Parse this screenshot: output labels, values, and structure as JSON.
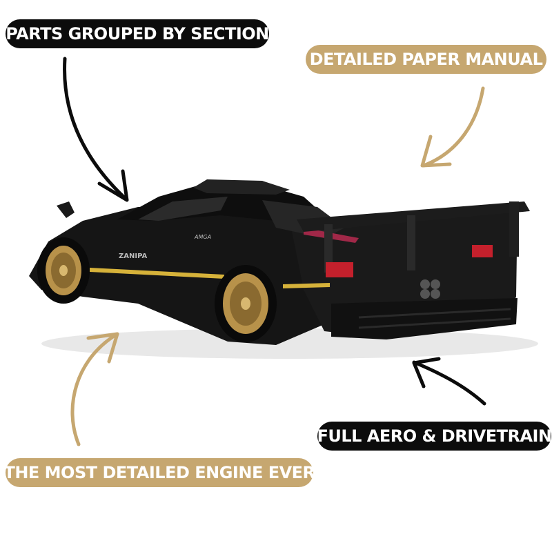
{
  "callouts": {
    "parts_grouped": "PARTS GROUPED BY SECTION",
    "paper_manual": "DETAILED PAPER MANUAL",
    "aero_drivetrain": "FULL AERO & DRIVETRAIN",
    "detailed_engine": "THE MOST DETAILED ENGINE EVER"
  },
  "car_badges": {
    "side_name": "ZANIPA",
    "mirror_logo": "AMGA"
  },
  "colors": {
    "dark_pill": "#0c0c0c",
    "gold_pill": "#c6a770",
    "car_body": "#141414",
    "rim_gold": "#b8924a",
    "accent_yellow": "#d6b23a",
    "tail_light": "#c4202c"
  },
  "icons": {
    "arrow_parts": "hand-drawn-arrow-black",
    "arrow_manual": "hand-drawn-arrow-gold",
    "arrow_engine": "hand-drawn-arrow-gold",
    "arrow_aero": "hand-drawn-arrow-black"
  }
}
